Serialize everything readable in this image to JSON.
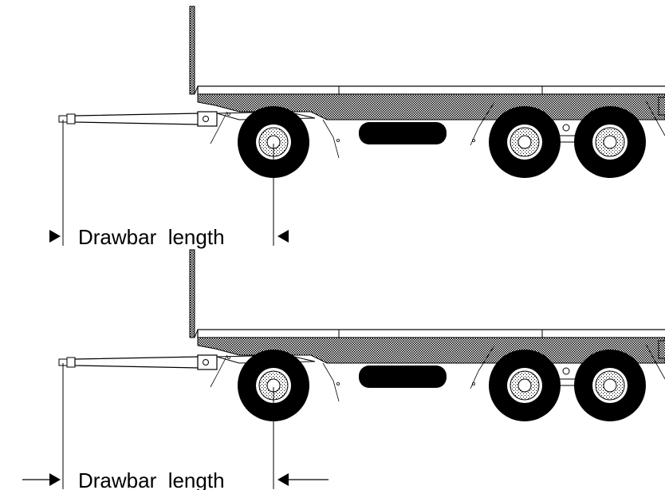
{
  "panels": [
    {
      "label": "Drawbar  length",
      "arrows": "inward-short"
    },
    {
      "label": "Drawbar  length",
      "arrows": "inward-long"
    }
  ]
}
